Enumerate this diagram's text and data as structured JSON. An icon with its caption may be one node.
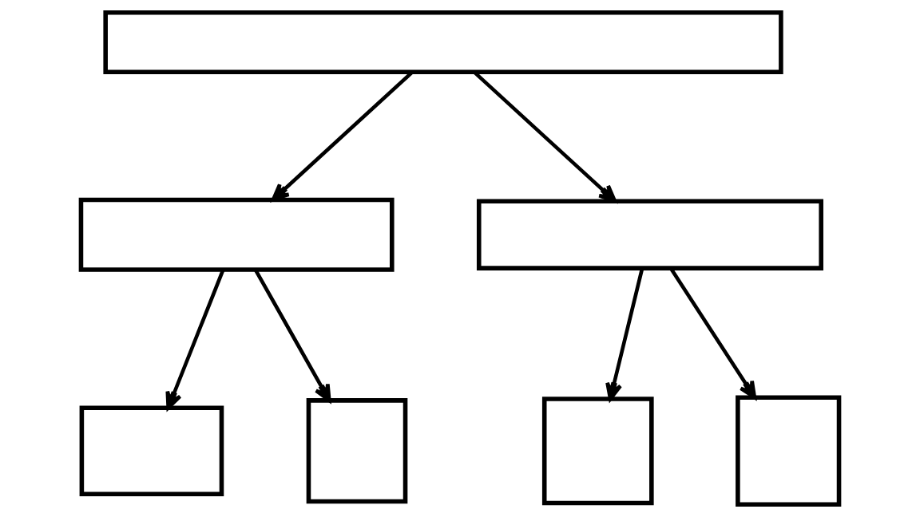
{
  "diagram": {
    "nodes": [
      {
        "text": [],
        "shape": "box"
      },
      {
        "text": [],
        "shape": "box"
      },
      {
        "text": [],
        "shape": "box"
      },
      {
        "text": [],
        "shape": "box"
      },
      {
        "text": [],
        "shape": "box"
      },
      {
        "text": [],
        "shape": "box"
      },
      {
        "text": [],
        "shape": "box"
      }
    ],
    "edges": [
      {
        "from": 0,
        "to": 1,
        "arrow": "to"
      },
      {
        "from": 0,
        "to": 2,
        "arrow": "to"
      },
      {
        "from": 1,
        "to": 3,
        "arrow": "to"
      },
      {
        "from": 1,
        "to": 4,
        "arrow": "to"
      },
      {
        "from": 2,
        "to": 5,
        "arrow": "to"
      },
      {
        "from": 2,
        "to": 6,
        "arrow": "to"
      }
    ]
  }
}
